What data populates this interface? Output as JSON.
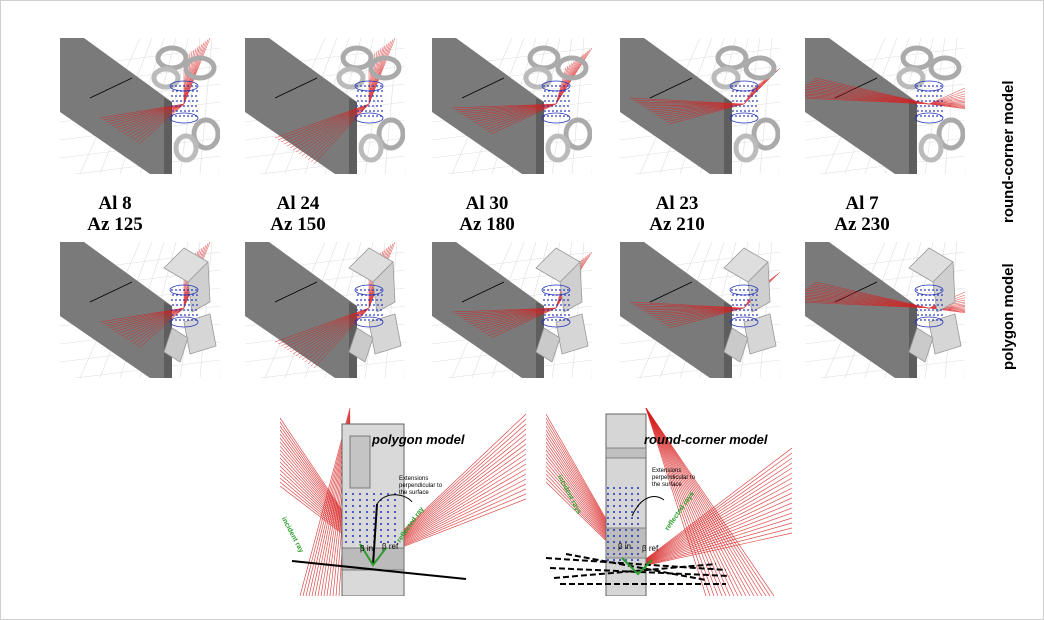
{
  "captions": [
    {
      "line1": "Al 8",
      "line2": "Az 125"
    },
    {
      "line1": "Al 24",
      "line2": "Az 150"
    },
    {
      "line1": "Al 30",
      "line2": "Az 180"
    },
    {
      "line1": "Al 23",
      "line2": "Az 210"
    },
    {
      "line1": "Al 7",
      "line2": "Az 230"
    }
  ],
  "row_labels": {
    "top": "round-corner model",
    "bottom": "polygon model"
  },
  "bottom_left": {
    "title": "polygon model",
    "extension_note_line1": "Extensions",
    "extension_note_line2": "perpendicular to",
    "extension_note_line3": "the surface",
    "incident_label": "incident ray",
    "reflected_label": "reflected ray",
    "beta_in": "β in",
    "beta_ref": "β ref"
  },
  "bottom_right": {
    "title": "round-corner model",
    "extension_note_line1": "Extensions",
    "extension_note_line2": "perpendicular to",
    "extension_note_line3": "the surface",
    "incident_label": "incident rays",
    "reflected_label": "reflected rays",
    "beta_in": "β in",
    "beta_ref": "β ref"
  },
  "colors": {
    "ray": "#d81e1e",
    "wall": "#7a7a7a",
    "mesh": "#2233bb",
    "accent": "#2a9d2a"
  }
}
